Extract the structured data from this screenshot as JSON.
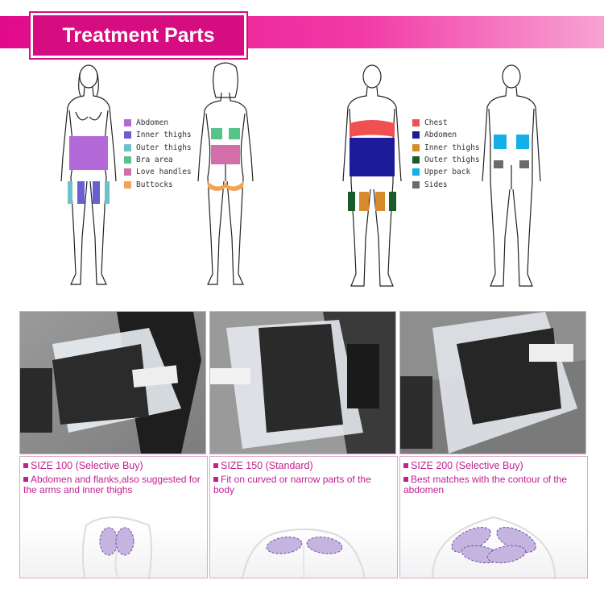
{
  "banner": {
    "title": "Treatment Parts"
  },
  "female_legend": [
    {
      "label": "Abdomen",
      "color": "#b36ad8"
    },
    {
      "label": "Inner thighs",
      "color": "#6a5fd0"
    },
    {
      "label": "Outer thighs",
      "color": "#6ec0c9"
    },
    {
      "label": "Bra area",
      "color": "#56c38a"
    },
    {
      "label": "Love handles",
      "color": "#d26fa8"
    },
    {
      "label": "Buttocks",
      "color": "#f2a35a"
    }
  ],
  "male_legend": [
    {
      "label": "Chest",
      "color": "#f05050"
    },
    {
      "label": "Abdomen",
      "color": "#1c1c9a"
    },
    {
      "label": "Inner thighs",
      "color": "#d68a2a"
    },
    {
      "label": "Outer thighs",
      "color": "#1d5a2a"
    },
    {
      "label": "Upper back",
      "color": "#13b0e8"
    },
    {
      "label": "Sides",
      "color": "#6b6b6b"
    }
  ],
  "sizes": [
    {
      "title": "SIZE 100 (Selective Buy)",
      "desc": "Abdomen and flanks,also suggested for the arms and inner thighs"
    },
    {
      "title": "SIZE 150 (Standard)",
      "desc": "Fit on curved or narrow parts of the body"
    },
    {
      "title": "SIZE 200 (Selective Buy)",
      "desc": "Best matches with the contour of the abdomen"
    }
  ]
}
